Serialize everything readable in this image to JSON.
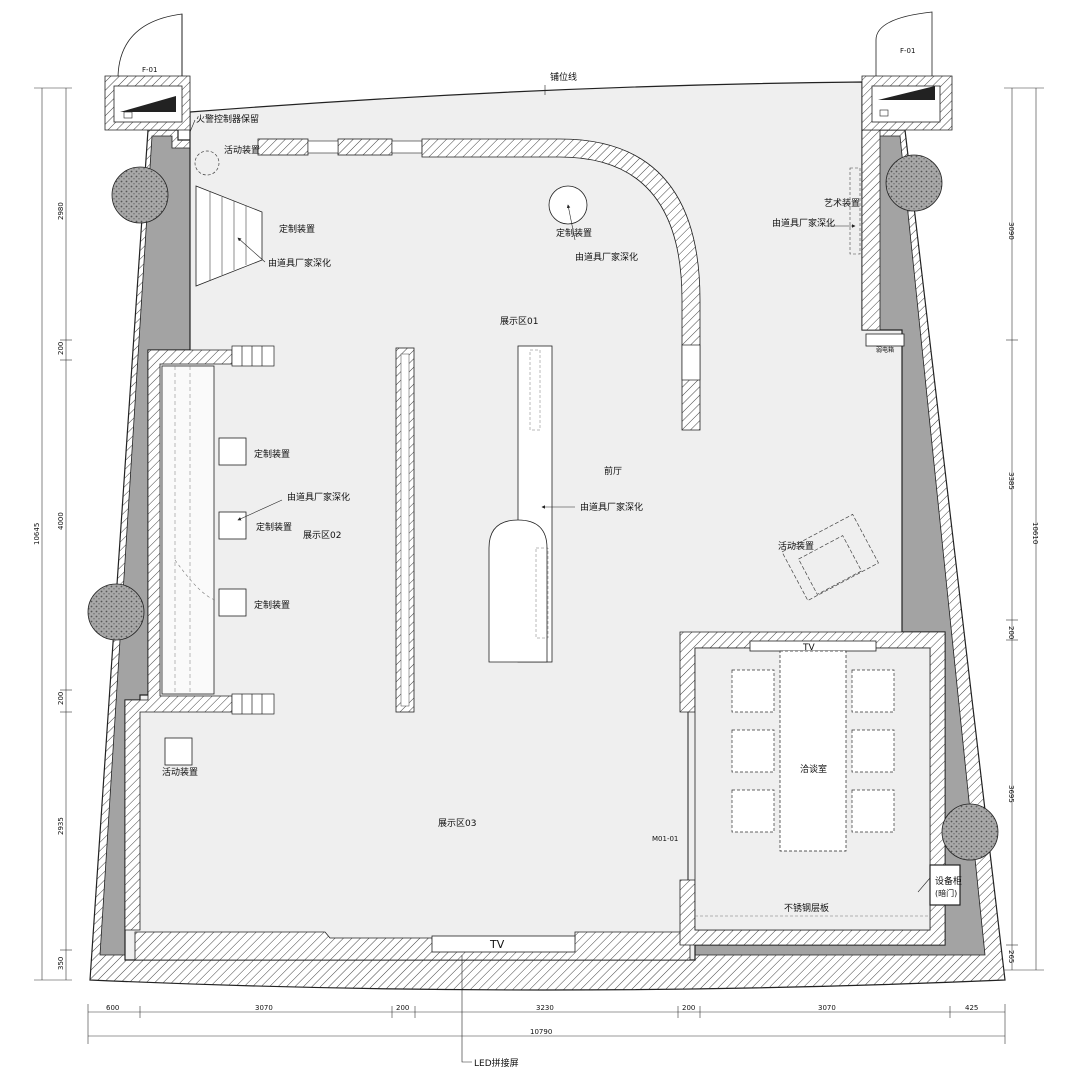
{
  "labels": {
    "door_left": "F-01",
    "door_right": "F-01",
    "paving_line": "铺位线",
    "fire_alarm": "火警控制器保留",
    "mobile_top": "活动装置",
    "custom_top_left": "定制装置",
    "vendor_top_left": "由道具厂家深化",
    "custom_circle": "定制装置",
    "vendor_circle": "由道具厂家深化",
    "art_device": "艺术装置",
    "vendor_right": "由道具厂家深化",
    "zone_01": "展示区01",
    "weak_box": "弱电箱",
    "custom_1": "定制装置",
    "vendor_mid_left": "由道具厂家深化",
    "custom_2": "定制装置",
    "zone_02": "展示区02",
    "custom_3": "定制装置",
    "lobby": "前厅",
    "vendor_center": "由道具厂家深化",
    "mobile_right": "活动装置",
    "tv_meeting": "TV",
    "meeting_room": "洽谈室",
    "mobile_left": "活动装置",
    "zone_03": "展示区03",
    "door_m01": "M01-01",
    "equipment": "设备柜",
    "equipment_door": "(暗门)",
    "steel_shelf": "不锈钢层板",
    "tv_bottom": "TV",
    "led": "LED拼接屏"
  },
  "dimensions": {
    "bottom": [
      "600",
      "3070",
      "200",
      "3230",
      "200",
      "3070",
      "425"
    ],
    "bottom_total": "10790",
    "left": [
      "2980",
      "200",
      "4000",
      "200",
      "2935",
      "350"
    ],
    "left_total": "10645",
    "right": [
      "3090",
      "3385",
      "200",
      "3695",
      "265"
    ],
    "right_total": "10610"
  },
  "colors": {
    "wall_fill": "#a3a3a3",
    "floor_fill": "#efefef",
    "line": "#222222",
    "tree_fill": "#9a9a9a"
  }
}
